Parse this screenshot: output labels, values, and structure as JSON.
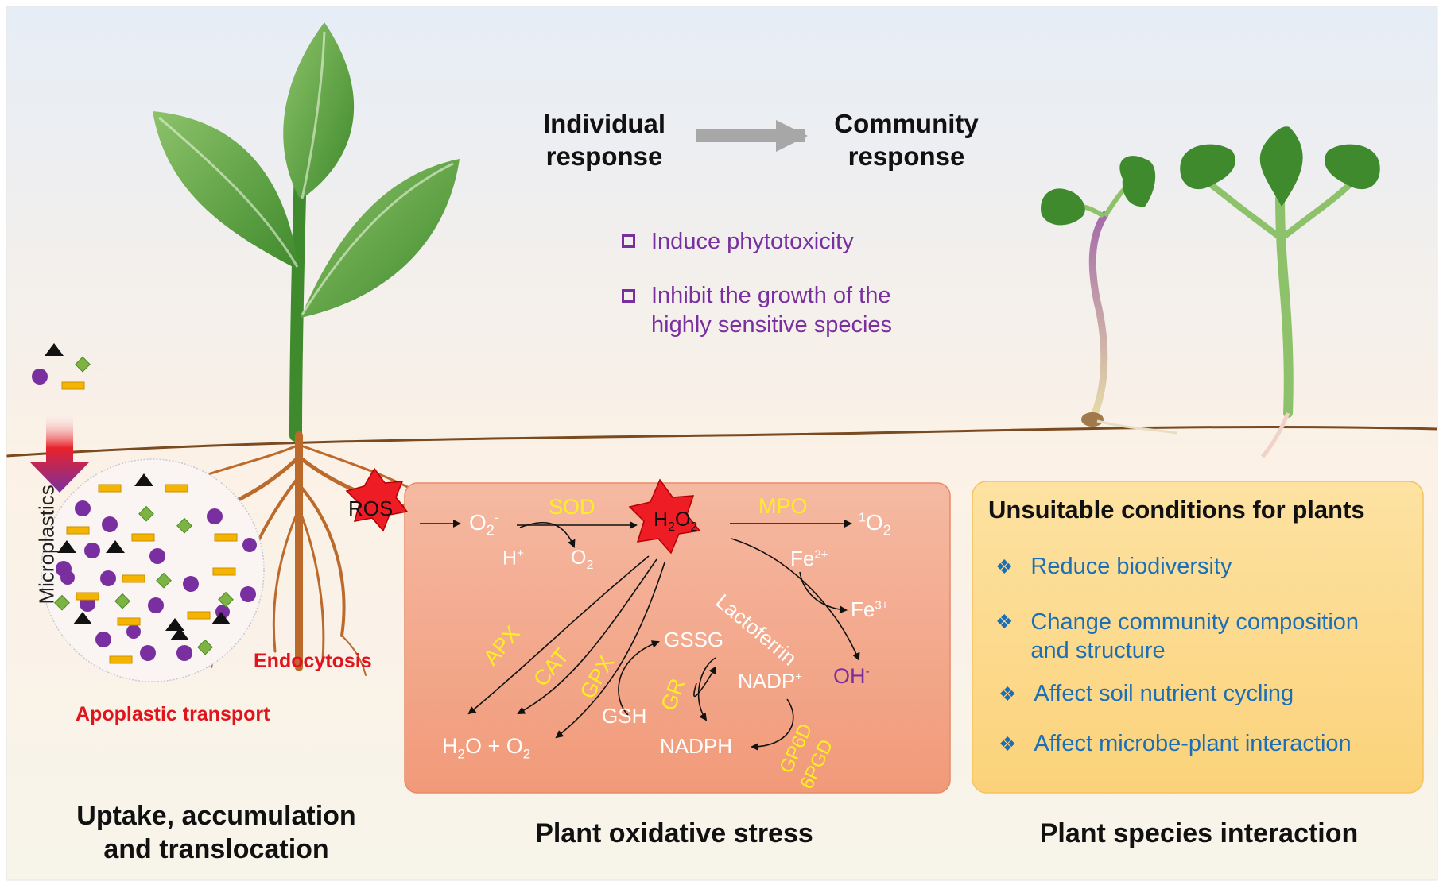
{
  "header": {
    "individual": "Individual\nresponse",
    "community": "Community\nresponse"
  },
  "effects": [
    "Induce phytotoxicity",
    "Inhibit the growth of the\nhighly sensitive species"
  ],
  "left_labels": {
    "microplastics": "Microplastics",
    "endocytosis": "Endocytosis",
    "apoplastic": "Apoplastic transport"
  },
  "stress": {
    "ros": "ROS",
    "o2_minus": {
      "base": "O",
      "sub": "2",
      "sup": "-"
    },
    "sod": "SOD",
    "h_plus": {
      "base": "H",
      "sup": "+"
    },
    "o2": {
      "base": "O",
      "sub": "2"
    },
    "h2o2": {
      "a": "H",
      "s1": "2",
      "b": "O",
      "s2": "2"
    },
    "mpo": "MPO",
    "singlet_o2": {
      "pre": "1",
      "base": "O",
      "sub": "2"
    },
    "fe2": {
      "base": "Fe",
      "sup": "2+"
    },
    "fe3": {
      "base": "Fe",
      "sup": "3+"
    },
    "lactoferrin": "Lactoferrin",
    "oh": {
      "base": "OH",
      "sup": "-"
    },
    "apx": "APX",
    "cat": "CAT",
    "gpx": "GPX",
    "gr": "GR",
    "gssg": "GSSG",
    "gsh": "GSH",
    "nadp": {
      "base": "NADP",
      "sup": "+"
    },
    "nadph": "NADPH",
    "gp6d": "GP6D",
    "pgd6": "6PGD",
    "water": {
      "a": "H",
      "s1": "2",
      "b": "O + O",
      "s2": "2"
    }
  },
  "conditions": {
    "title": "Unsuitable conditions for plants",
    "items": [
      "Reduce biodiversity",
      "Change community composition\nand structure",
      "Affect soil nutrient cycling",
      "Affect microbe-plant interaction"
    ]
  },
  "captions": {
    "uptake": "Uptake, accumulation\nand translocation",
    "oxidative": "Plant oxidative stress",
    "interaction": "Plant species interaction"
  },
  "colors": {
    "header_arrow": "#a7a7a7",
    "leaf": "#4f9a35",
    "root": "#bb6a2c",
    "ground_line": "#7a4a20",
    "stress_panel": "#f4ab8e",
    "conditions_panel": "#fbd987",
    "purple_text": "#7a2fa0",
    "blue_text": "#1c6fb5",
    "red_text": "#e0141c",
    "enzyme_yellow": "#ffee22",
    "microplastic_purple": "#7a2fa0",
    "microplastic_green": "#7cb342",
    "microplastic_yellow": "#f5b400"
  }
}
